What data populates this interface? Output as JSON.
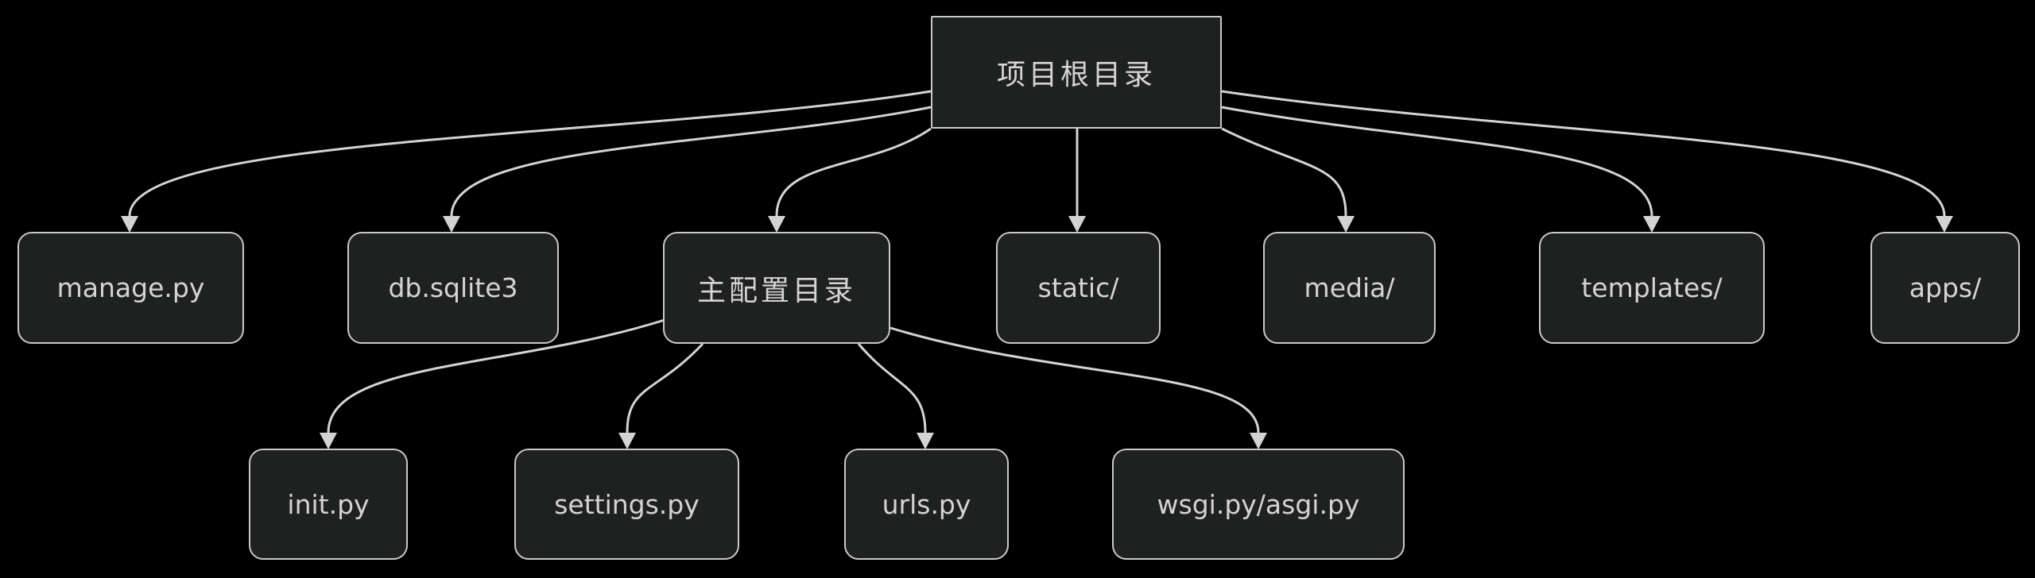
{
  "diagram": {
    "type": "flowchart-tree",
    "root": {
      "id": "project-root",
      "label": "项目根目录"
    },
    "level1": [
      {
        "id": "manage-py",
        "label": "manage.py"
      },
      {
        "id": "db-sqlite3",
        "label": "db.sqlite3"
      },
      {
        "id": "main-config-dir",
        "label": "主配置目录"
      },
      {
        "id": "static-dir",
        "label": "static/"
      },
      {
        "id": "media-dir",
        "label": "media/"
      },
      {
        "id": "templates-dir",
        "label": "templates/"
      },
      {
        "id": "apps-dir",
        "label": "apps/"
      }
    ],
    "level2": [
      {
        "id": "init-py",
        "label": "init.py",
        "parent": "main-config-dir"
      },
      {
        "id": "settings-py",
        "label": "settings.py",
        "parent": "main-config-dir"
      },
      {
        "id": "urls-py",
        "label": "urls.py",
        "parent": "main-config-dir"
      },
      {
        "id": "wsgi-asgi-py",
        "label": "wsgi.py/asgi.py",
        "parent": "main-config-dir"
      }
    ],
    "edges": [
      {
        "from": "project-root",
        "to": "manage-py"
      },
      {
        "from": "project-root",
        "to": "db-sqlite3"
      },
      {
        "from": "project-root",
        "to": "main-config-dir"
      },
      {
        "from": "project-root",
        "to": "static-dir"
      },
      {
        "from": "project-root",
        "to": "media-dir"
      },
      {
        "from": "project-root",
        "to": "templates-dir"
      },
      {
        "from": "project-root",
        "to": "apps-dir"
      },
      {
        "from": "main-config-dir",
        "to": "init-py"
      },
      {
        "from": "main-config-dir",
        "to": "settings-py"
      },
      {
        "from": "main-config-dir",
        "to": "urls-py"
      },
      {
        "from": "main-config-dir",
        "to": "wsgi-asgi-py"
      }
    ],
    "colors": {
      "background": "#000000",
      "node_fill": "#1f2020",
      "node_border": "#c9c9c9",
      "node_text": "#d4d4d4",
      "edge_line": "#d3d3d3",
      "arrowhead": "#d3d3d3"
    }
  }
}
